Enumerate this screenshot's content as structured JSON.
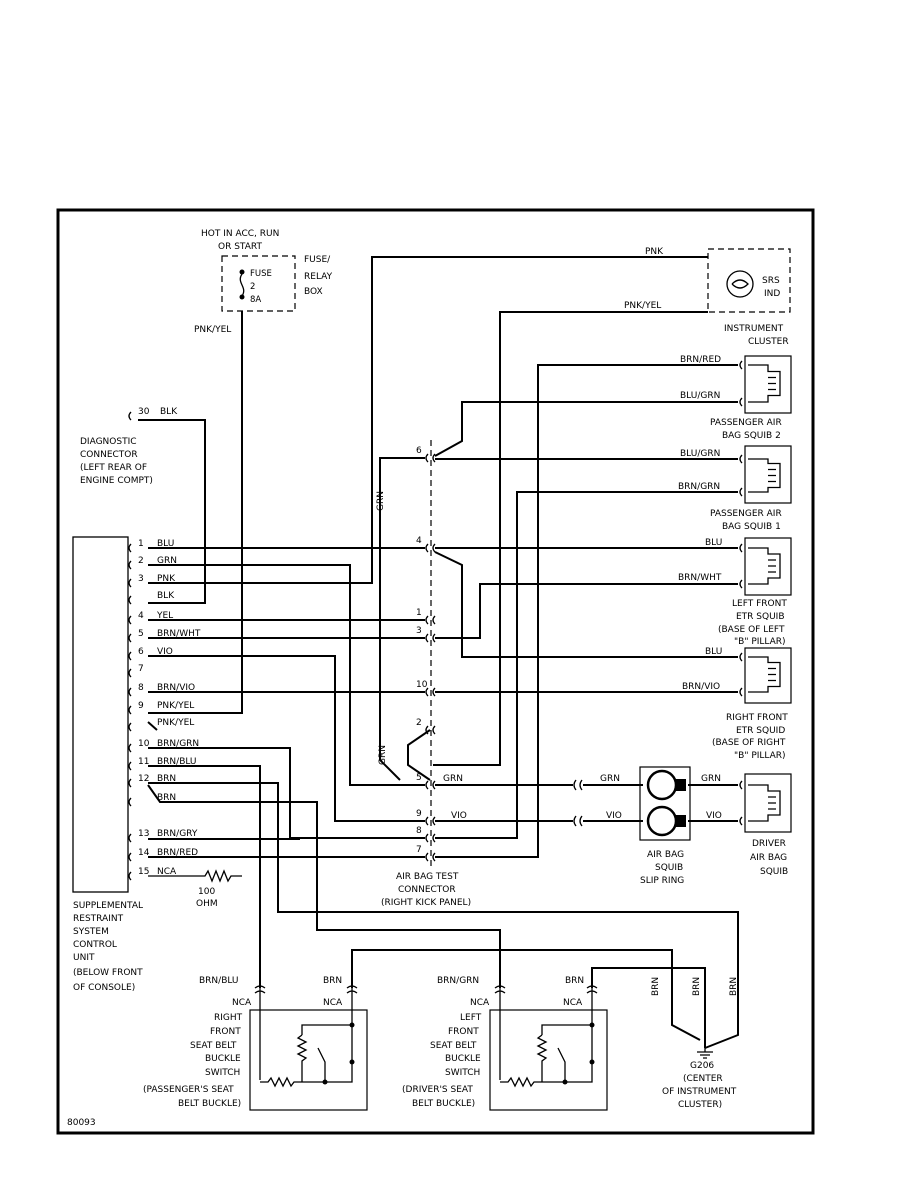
{
  "fuse_box": {
    "hot_label_1": "HOT IN ACC, RUN",
    "hot_label_2": "OR START",
    "fuse_name": "FUSE",
    "fuse_num": "2",
    "fuse_amp": "8A",
    "box_label_1": "FUSE/",
    "box_label_2": "RELAY",
    "box_label_3": "BOX",
    "out_wire": "PNK/YEL"
  },
  "instrument_cluster": {
    "wire_pnk": "PNK",
    "wire_pnkyel": "PNK/YEL",
    "lamp_1": "SRS",
    "lamp_2": "IND",
    "label_1": "INSTRUMENT",
    "label_2": "CLUSTER"
  },
  "diagnostic": {
    "pin": "30",
    "wire": "BLK",
    "label_1": "DIAGNOSTIC",
    "label_2": "CONNECTOR",
    "label_3": "(LEFT REAR OF",
    "label_4": "ENGINE COMPT)"
  },
  "control_unit": {
    "pins": [
      {
        "num": "1",
        "wire": "BLU"
      },
      {
        "num": "2",
        "wire": "GRN"
      },
      {
        "num": "3",
        "wire": "PNK"
      },
      {
        "num": "",
        "wire": "BLK"
      },
      {
        "num": "4",
        "wire": "YEL"
      },
      {
        "num": "5",
        "wire": "BRN/WHT"
      },
      {
        "num": "6",
        "wire": "VIO"
      },
      {
        "num": "7",
        "wire": ""
      },
      {
        "num": "8",
        "wire": "BRN/VIO"
      },
      {
        "num": "9",
        "wire": "PNK/YEL"
      },
      {
        "num": "",
        "wire": "PNK/YEL"
      },
      {
        "num": "10",
        "wire": "BRN/GRN"
      },
      {
        "num": "11",
        "wire": "BRN/BLU"
      },
      {
        "num": "12",
        "wire": "BRN"
      },
      {
        "num": "",
        "wire": "BRN"
      },
      {
        "num": "13",
        "wire": "BRN/GRY"
      },
      {
        "num": "14",
        "wire": "BRN/RED"
      },
      {
        "num": "15",
        "wire": "NCA"
      }
    ],
    "resistor_1": "100",
    "resistor_2": "OHM",
    "label_lines": [
      "SUPPLEMENTAL",
      "RESTRAINT",
      "SYSTEM",
      "CONTROL",
      "UNIT",
      "(BELOW FRONT",
      "OF CONSOLE)"
    ]
  },
  "test_connector": {
    "pins": [
      "6",
      "4",
      "1",
      "3",
      "10",
      "2",
      "5",
      "9",
      "8",
      "7"
    ],
    "grn_vertical_1": "GRN",
    "grn_vertical_2": "GRN",
    "label_1": "AIR BAG TEST",
    "label_2": "CONNECTOR",
    "label_3": "(RIGHT KICK PANEL)",
    "wire_grn": "GRN",
    "wire_vio": "VIO"
  },
  "squibs": {
    "pass2_wire_a": "BRN/RED",
    "pass2_wire_b": "BLU/GRN",
    "pass2_label_1": "PASSENGER AIR",
    "pass2_label_2": "BAG SQUIB 2",
    "pass1_wire_a": "BLU/GRN",
    "pass1_wire_b": "BRN/GRN",
    "pass1_label_1": "PASSENGER AIR",
    "pass1_label_2": "BAG SQUIB 1",
    "lf_wire_a": "BLU",
    "lf_wire_b": "BRN/WHT",
    "lf_label_1": "LEFT FRONT",
    "lf_label_2": "ETR SQUIB",
    "lf_label_3": "(BASE OF LEFT",
    "lf_label_4": "\"B\" PILLAR)",
    "rf_wire_a": "BLU",
    "rf_wire_b": "BRN/VIO",
    "rf_label_1": "RIGHT FRONT",
    "rf_label_2": "ETR SQUID",
    "rf_label_3": "(BASE OF RIGHT",
    "rf_label_4": "\"B\" PILLAR)",
    "drv_wire_a": "GRN",
    "drv_wire_b": "VIO",
    "drv_label_1": "DRIVER",
    "drv_label_2": "AIR BAG",
    "drv_label_3": "SQUIB"
  },
  "slip_ring": {
    "wire_grn_in": "GRN",
    "wire_vio_in": "VIO",
    "label_1": "AIR BAG",
    "label_2": "SQUIB",
    "label_3": "SLIP RING"
  },
  "switches": {
    "right_wire_a": "BRN/BLU",
    "right_wire_b": "BRN",
    "right_nca_a": "NCA",
    "right_nca_b": "NCA",
    "right_label_lines": [
      "RIGHT",
      "FRONT",
      "SEAT BELT",
      "BUCKLE",
      "SWITCH"
    ],
    "right_loc_1": "(PASSENGER'S SEAT",
    "right_loc_2": "BELT BUCKLE)",
    "left_wire_a": "BRN/GRN",
    "left_wire_b": "BRN",
    "left_nca_a": "NCA",
    "left_nca_b": "NCA",
    "left_label_lines": [
      "LEFT",
      "FRONT",
      "SEAT BELT",
      "BUCKLE",
      "SWITCH"
    ],
    "left_loc_1": "(DRIVER'S SEAT",
    "left_loc_2": "BELT BUCKLE)"
  },
  "ground": {
    "wire_1": "BRN",
    "wire_2": "BRN",
    "wire_3": "BRN",
    "name": "G206",
    "loc_1": "(CENTER",
    "loc_2": "OF INSTRUMENT",
    "loc_3": "CLUSTER)"
  },
  "figure_id": "80093"
}
